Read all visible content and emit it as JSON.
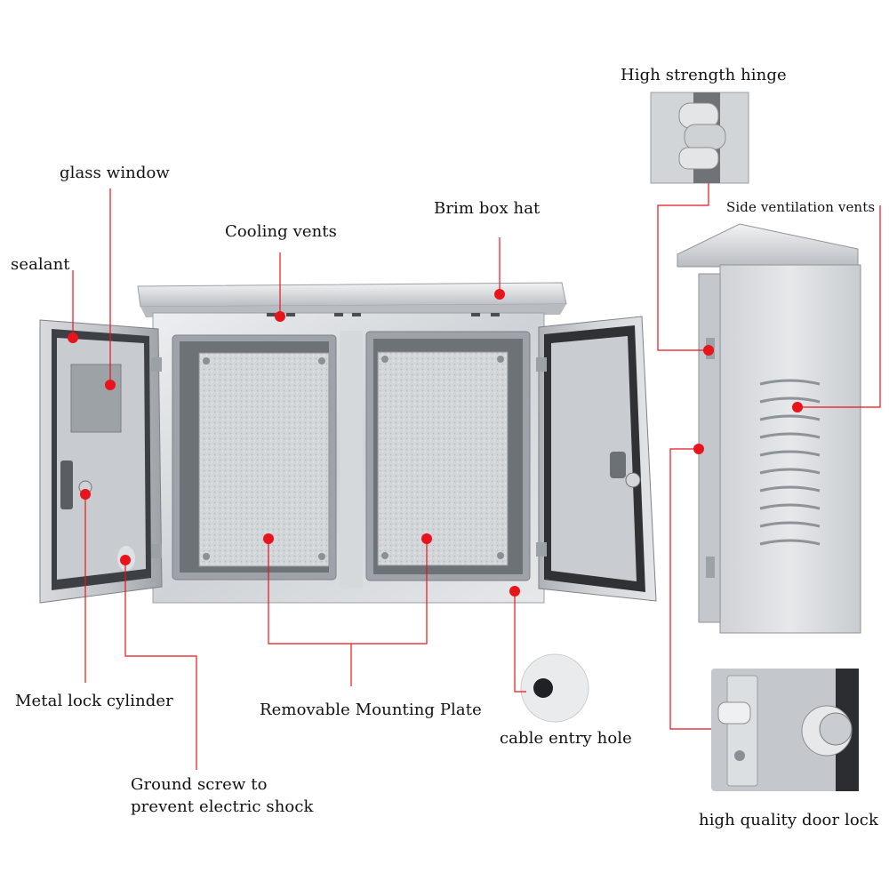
{
  "labels": {
    "high_strength_hinge": "High strength hinge",
    "glass_window": "glass window",
    "brim_box_hat": "Brim box hat",
    "cooling_vents": "Cooling vents",
    "side_ventilation_vents": "Side ventilation vents",
    "sealant": "sealant",
    "metal_lock_cylinder": "Metal lock cylinder",
    "removable_mounting_plate": "Removable Mounting Plate",
    "cable_entry_hole": "cable entry hole",
    "ground_screw": "Ground screw to prevent electric shock",
    "high_quality_door_lock": "high quality door lock"
  },
  "colors": {
    "marker": "#e8141c",
    "leader": "#e8141c",
    "steel_light": "#e4e6e8",
    "steel_mid": "#c2c6ca",
    "steel_dark": "#8a8f95",
    "door_dark": "#3a3c3f",
    "text": "#111111"
  }
}
